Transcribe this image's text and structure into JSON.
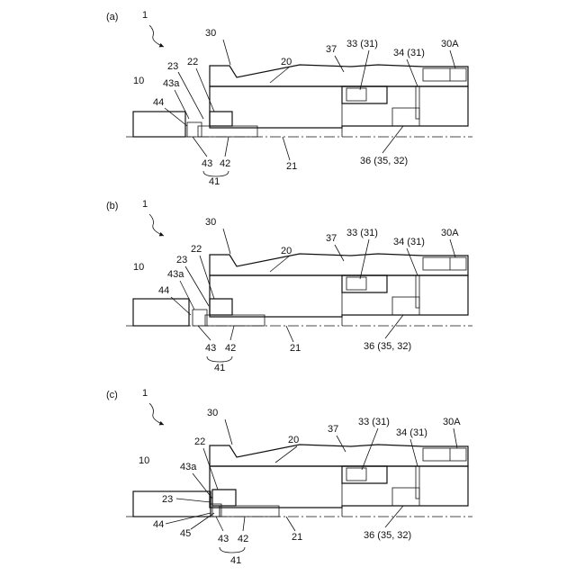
{
  "panels": [
    {
      "id": "a",
      "label": "(a)",
      "refs": {
        "fig": "1",
        "p30": "30",
        "p20": "20",
        "p37": "37",
        "p33": "33 (31)",
        "p34": "34 (31)",
        "p30A": "30A",
        "p10": "10",
        "p23": "23",
        "p22": "22",
        "p43a": "43a",
        "p44": "44",
        "p43": "43",
        "p42": "42",
        "p41": "41",
        "p21": "21",
        "p36": "36 (35, 32)"
      }
    },
    {
      "id": "b",
      "label": "(b)",
      "refs": {
        "fig": "1",
        "p30": "30",
        "p20": "20",
        "p37": "37",
        "p33": "33 (31)",
        "p34": "34 (31)",
        "p30A": "30A",
        "p10": "10",
        "p23": "23",
        "p22": "22",
        "p43a": "43a",
        "p44": "44",
        "p43": "43",
        "p42": "42",
        "p41": "41",
        "p21": "21",
        "p36": "36 (35, 32)"
      }
    },
    {
      "id": "c",
      "label": "(c)",
      "refs": {
        "fig": "1",
        "p30": "30",
        "p20": "20",
        "p37": "37",
        "p33": "33 (31)",
        "p34": "34 (31)",
        "p30A": "30A",
        "p10": "10",
        "p23": "23",
        "p22": "22",
        "p43a": "43a",
        "p44": "44",
        "p45": "45",
        "p43": "43",
        "p42": "42",
        "p41": "41",
        "p21": "21",
        "p36": "36 (35, 32)"
      }
    }
  ]
}
